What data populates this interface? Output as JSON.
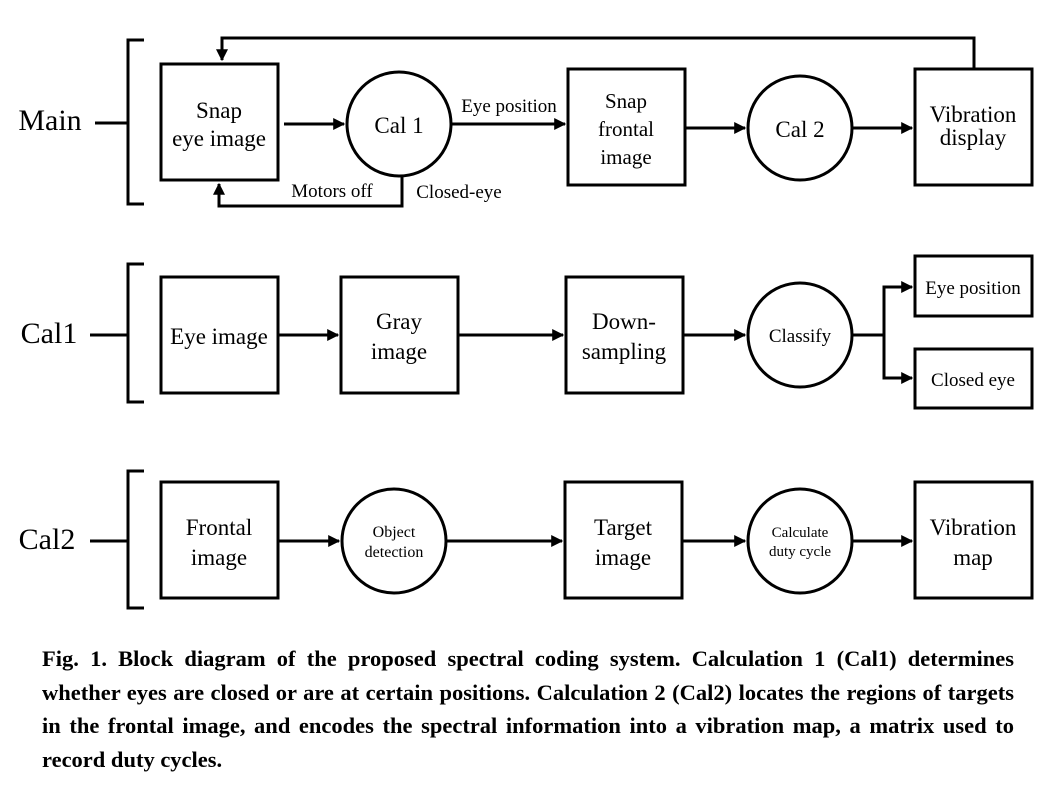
{
  "rows": {
    "main": {
      "label": "Main"
    },
    "cal1": {
      "label": "Cal1"
    },
    "cal2": {
      "label": "Cal2"
    }
  },
  "nodes": {
    "snap_eye_image": [
      "Snap",
      "eye image"
    ],
    "cal_1": [
      "Cal 1"
    ],
    "snap_frontal_image": [
      "Snap",
      "frontal",
      "image"
    ],
    "cal_2": [
      "Cal 2"
    ],
    "vibration_display": [
      "Vibration",
      "display"
    ],
    "eye_image": [
      "Eye image"
    ],
    "gray_image": [
      "Gray",
      "image"
    ],
    "down_sampling": [
      "Down-",
      "sampling"
    ],
    "classify": [
      "Classify"
    ],
    "eye_position_out": [
      "Eye position"
    ],
    "closed_eye_out": [
      "Closed eye"
    ],
    "frontal_image": [
      "Frontal",
      "image"
    ],
    "object_detection": [
      "Object",
      "detection"
    ],
    "target_image": [
      "Target",
      "image"
    ],
    "calculate_duty_cycle": [
      "Calculate",
      "duty cycle"
    ],
    "vibration_map": [
      "Vibration",
      "map"
    ]
  },
  "edge_labels": {
    "eye_position": "Eye position",
    "motors_off": "Motors off",
    "closed_eye": "Closed-eye"
  },
  "caption": "Fig. 1. Block diagram of the proposed spectral coding system. Calculation 1 (Cal1) determines whether eyes are closed or are at certain positions. Calculation 2 (Cal2) locates the regions of targets in the frontal image, and encodes the spectral information into a vibration map, a matrix used to record duty cycles."
}
